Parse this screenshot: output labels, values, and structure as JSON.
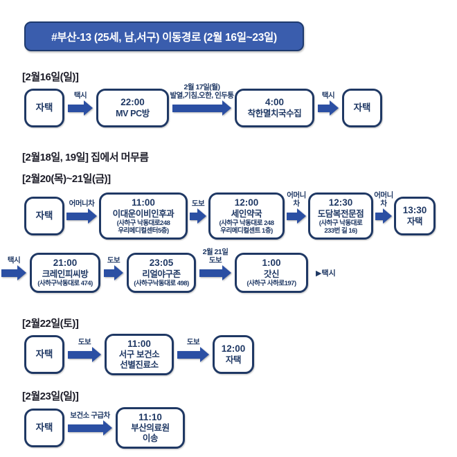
{
  "title": "#부산-13 (25세, 남,서구) 이동경로 (2월 16일~23일)",
  "colors": {
    "title_bg": "#3a5dad",
    "title_border": "#1e3a6e",
    "box_border": "#1f3864",
    "box_text": "#1f3864",
    "arrow_blue": "#2b4fa3",
    "header_text": "#1c1c28"
  },
  "sections": [
    {
      "header": "[2월16일(일)]",
      "note": "",
      "rows": [
        [
          {
            "t": "node",
            "lines": [
              "자택"
            ]
          },
          {
            "t": "arrow",
            "label": [
              "택시"
            ],
            "len": 36
          },
          {
            "t": "node",
            "lines": [
              "22:00",
              "MV PC방"
            ],
            "w": 105
          },
          {
            "t": "arrow",
            "label": [
              "2월 17일(월)",
              "발열,기침,오한, 인두통"
            ],
            "len": 85
          },
          {
            "t": "node",
            "lines": [
              "4:00",
              "착한멸치국수집"
            ],
            "w": 115
          },
          {
            "t": "arrow",
            "label": [
              "택시"
            ],
            "len": 30
          },
          {
            "t": "node",
            "lines": [
              "자택"
            ]
          }
        ]
      ]
    },
    {
      "header": "[2월18일, 19일]",
      "note": "집에서 머무름",
      "rows": []
    },
    {
      "header": "[2월20(목)~21일(금)]",
      "note": "",
      "rows": [
        [
          {
            "t": "node",
            "lines": [
              "자택"
            ]
          },
          {
            "t": "arrow",
            "label": [
              "어머니차"
            ],
            "len": 44
          },
          {
            "t": "node",
            "lines": [
              "11:00",
              "이대운이비인후과",
              "(사하구 낙동대로248",
              "우리메디컬센터5층)"
            ],
            "w": 128
          },
          {
            "t": "arrow",
            "label": [
              "도보"
            ],
            "len": 24
          },
          {
            "t": "node",
            "lines": [
              "12:00",
              "세인약국",
              "(사하구 낙동대로 248",
              "우리메디컬센트 1층)"
            ],
            "w": 110
          },
          {
            "t": "arrow",
            "label": [
              "어머니",
              "차"
            ],
            "len": 28
          },
          {
            "t": "node",
            "lines": [
              "12:30",
              "도담복전문점",
              "(사하구 낙동대로",
              "233번 길 16)"
            ],
            "w": 94
          },
          {
            "t": "arrow",
            "label": [
              "어머니",
              "차"
            ],
            "len": 24
          },
          {
            "t": "node",
            "lines": [
              "13:30",
              "자택"
            ],
            "w": 60
          }
        ],
        [
          {
            "t": "arrow",
            "label": [
              "택시"
            ],
            "len": 36
          },
          {
            "t": "node",
            "lines": [
              "21:00",
              "크레인피씨방",
              "(사하구낙동대로 474)"
            ],
            "w": 102
          },
          {
            "t": "arrow",
            "label": [
              "도보"
            ],
            "len": 28
          },
          {
            "t": "node",
            "lines": [
              "23:05",
              "리얼야구존",
              "(사하구낙동대로 498)"
            ],
            "w": 100
          },
          {
            "t": "arrow",
            "label": [
              "2월 21일",
              "도보"
            ],
            "len": 46
          },
          {
            "t": "node",
            "lines": [
              "1:00",
              "갓신",
              "(사하구 사하로197)"
            ],
            "w": 106
          },
          {
            "t": "text",
            "label": "▶택시"
          }
        ]
      ]
    },
    {
      "header": "[2월22일(토)]",
      "note": "",
      "rows": [
        [
          {
            "t": "node",
            "lines": [
              "자택"
            ]
          },
          {
            "t": "arrow",
            "label": [
              "도보"
            ],
            "len": 48
          },
          {
            "t": "node",
            "lines": [
              "11:00",
              "서구 보건소",
              "선별진료소"
            ],
            "w": 100
          },
          {
            "t": "arrow",
            "label": [
              "도보"
            ],
            "len": 46
          },
          {
            "t": "node",
            "lines": [
              "12:00",
              "자택"
            ],
            "w": 60
          }
        ]
      ]
    },
    {
      "header": "[2월23일(일)]",
      "note": "",
      "rows": [
        [
          {
            "t": "node",
            "lines": [
              "자택"
            ]
          },
          {
            "t": "arrow",
            "label": [
              "보건소 구급차"
            ],
            "len": 64
          },
          {
            "t": "node",
            "lines": [
              "11:10",
              "부산의료원",
              "이송"
            ],
            "w": 100
          }
        ]
      ]
    }
  ]
}
